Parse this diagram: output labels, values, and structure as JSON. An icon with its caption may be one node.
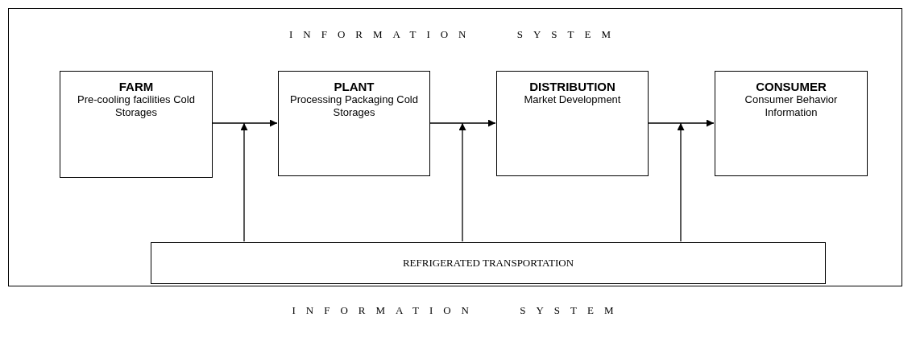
{
  "diagram": {
    "nodes": [
      {
        "text": [
          "INFORMATION SYSTEM"
        ]
      },
      {
        "text": [
          "FARM",
          "Pre-cooling facilities Cold Storages"
        ],
        "in": 0
      },
      {
        "text": [
          "PLANT",
          "Processing Packaging Cold Storages"
        ],
        "in": 0
      },
      {
        "text": [
          "DISTRIBUTION",
          "Market Development"
        ],
        "in": 0
      },
      {
        "text": [
          "CONSUMER",
          "Consumer Behavior Information"
        ],
        "in": 0
      },
      {
        "text": [
          "REFRIGERATED TRANSPORTATION"
        ],
        "in": 0
      }
    ],
    "edges": [
      {
        "from": 1,
        "to": 2,
        "arrow": "to"
      },
      {
        "from": 2,
        "to": 3,
        "arrow": "to"
      },
      {
        "from": 3,
        "to": 4,
        "arrow": "to"
      },
      {
        "from": 5,
        "to": null,
        "arrow": "to"
      },
      {
        "from": 5,
        "to": null,
        "arrow": "to"
      },
      {
        "from": 5,
        "to": null,
        "arrow": "to"
      }
    ],
    "labels": [
      "INFORMATION SYSTEM"
    ]
  }
}
